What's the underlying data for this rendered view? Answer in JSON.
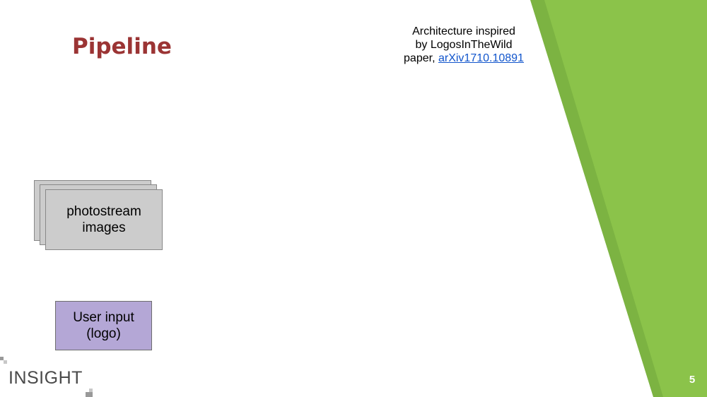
{
  "slide": {
    "title": "Pipeline",
    "page_number": "5"
  },
  "note": {
    "line1": "Architecture inspired",
    "line2": "by LogosInTheWild",
    "line3_prefix": "paper,",
    "link_text": "arXiv1710.10891"
  },
  "nodes": {
    "photostream_line1": "photostream",
    "photostream_line2": "images",
    "user_input_line1": "User input",
    "user_input_line2": "(logo)"
  },
  "logo": {
    "text": "INSIGHT"
  },
  "colors": {
    "title": "#9b3434",
    "accent_green": "#8bc34a",
    "accent_green_dark": "#7cb342",
    "user_input_fill": "#b4a7d6",
    "photostream_fill": "#cccccc",
    "link": "#1155cc"
  }
}
